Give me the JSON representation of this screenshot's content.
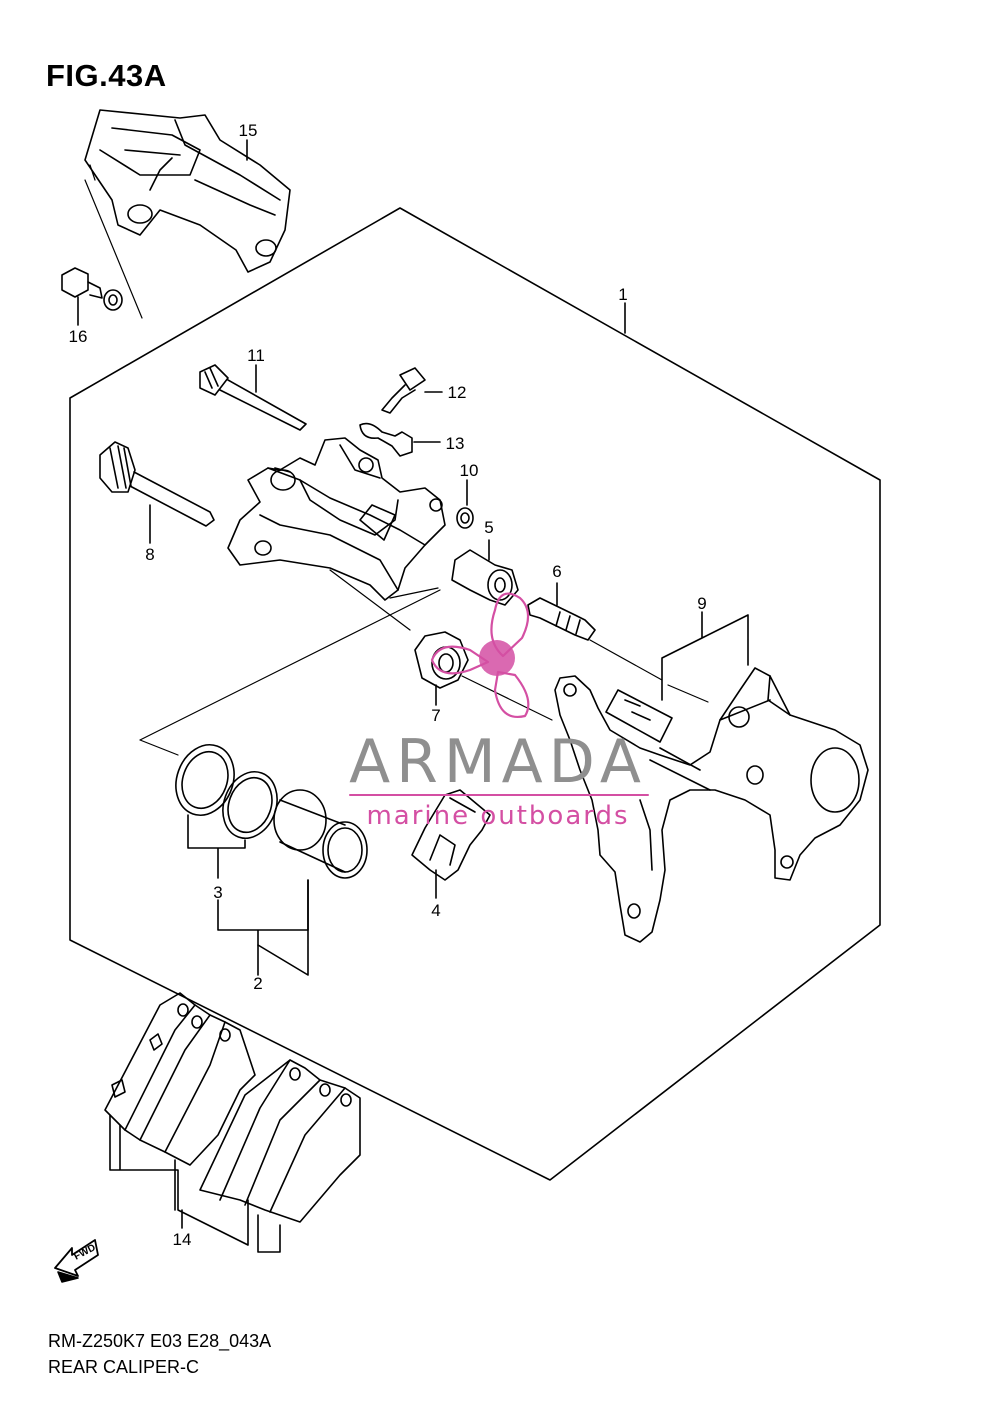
{
  "figure": {
    "title": "FIG.43A",
    "footer_code": "RM-Z250K7 E03 E28_043A",
    "footer_name": "REAR CALIPER-C"
  },
  "watermark": {
    "brand": "ARMADA",
    "tagline": "marine outboards",
    "brand_color": "#8f8f8f",
    "accent_color": "#d44fa3"
  },
  "fwd_label": "FWD",
  "callouts": [
    "1",
    "2",
    "3",
    "4",
    "5",
    "6",
    "7",
    "8",
    "9",
    "10",
    "11",
    "12",
    "13",
    "14",
    "15",
    "16"
  ]
}
